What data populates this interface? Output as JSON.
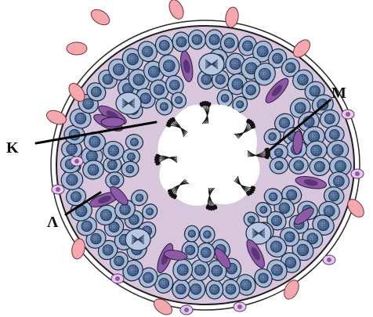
{
  "labels": {
    "k": "Κ",
    "m": "Μ",
    "l": "Λ"
  },
  "colors": {
    "lumen_background": "#d8c6dd",
    "cytoplasm": "#a7bad8",
    "cell_outline": "#1b2438",
    "nucleus": "#3e5b86",
    "sertoli_cell": "#8c5aa6",
    "interstitial_cell": "#f2a8ac",
    "spermatozoa": "#111111"
  }
}
